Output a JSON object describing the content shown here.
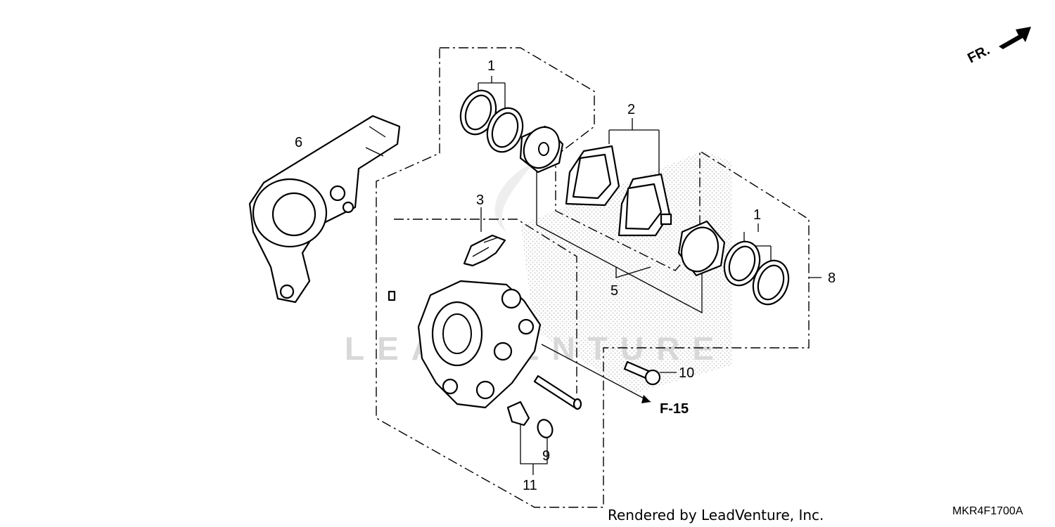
{
  "diagram": {
    "callouts": {
      "c1a": "1",
      "c1b": "1",
      "c2": "2",
      "c3": "3",
      "c5": "5",
      "c6": "6",
      "c8": "8",
      "c9": "9",
      "c10": "10",
      "c11": "11"
    },
    "reference": "F-15",
    "direction": "FR.",
    "watermark": "LEADVENTURE",
    "credit": "Rendered by LeadVenture, Inc.",
    "diagram_code": "MKR4F1700A"
  }
}
